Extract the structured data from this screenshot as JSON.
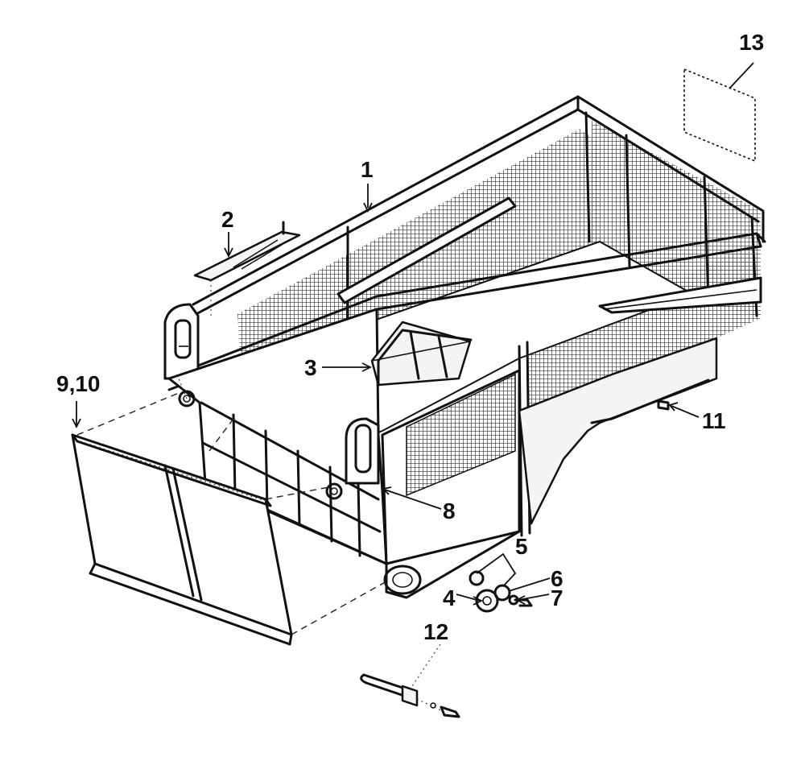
{
  "callouts": [
    {
      "id": "1",
      "label": "1"
    },
    {
      "id": "2",
      "label": "2"
    },
    {
      "id": "3",
      "label": "3"
    },
    {
      "id": "4",
      "label": "4"
    },
    {
      "id": "5",
      "label": "5"
    },
    {
      "id": "6",
      "label": "6"
    },
    {
      "id": "7",
      "label": "7"
    },
    {
      "id": "8",
      "label": "8"
    },
    {
      "id": "9-10",
      "label": "9,10"
    },
    {
      "id": "11",
      "label": "11"
    },
    {
      "id": "12",
      "label": "12"
    },
    {
      "id": "13",
      "label": "13"
    }
  ],
  "colors": {
    "ink": "#111111",
    "mesh": "#333333",
    "paper": "#ffffff"
  }
}
